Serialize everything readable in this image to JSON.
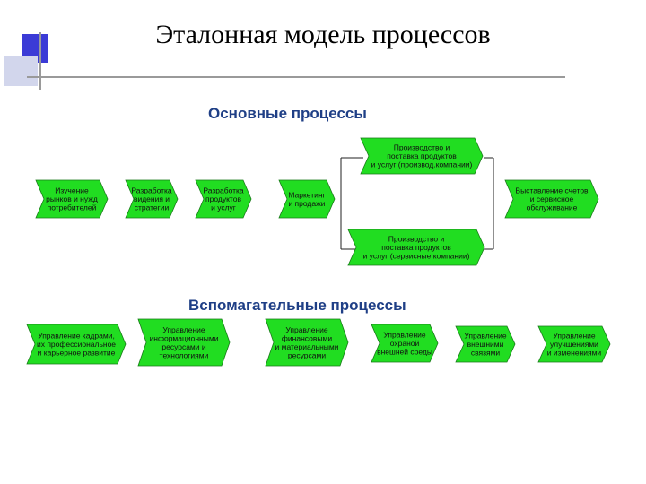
{
  "title": "Эталонная модель процессов",
  "main_section": {
    "title": "Основные процессы",
    "steps": [
      [
        "Изучение",
        "рынков и нужд",
        "потребителей"
      ],
      [
        "Разработка",
        "видения и",
        "стратегии"
      ],
      [
        "Разработка",
        "продуктов",
        "и услуг"
      ],
      [
        "Маркетинг",
        "и продажи"
      ],
      [
        "Выставление счетов",
        "и сервисное",
        "обслуживание"
      ]
    ],
    "branches": [
      [
        "Производство и",
        "поставка продуктов",
        "и услуг (производ.компании)"
      ],
      [
        "Производство и",
        "поставка продуктов",
        "и услуг (сервисные компании)"
      ]
    ]
  },
  "support_section": {
    "title": "Вспомагательные процессы",
    "items": [
      [
        "Управление кадрами,",
        "их профессиональное",
        "и карьерное развитие"
      ],
      [
        "Управление",
        "информационными",
        "ресурсами и",
        "технологиями"
      ],
      [
        "Управление",
        "финансовыми",
        "и материальными",
        "ресурсами"
      ],
      [
        "Управление",
        "охраной",
        "внешней среды"
      ],
      [
        "Управление",
        "внешними",
        "связями"
      ],
      [
        "Управление",
        "улучшениями",
        "и изменениями"
      ]
    ]
  },
  "colors": {
    "arrow_fill": "#21dd21",
    "arrow_stroke": "#1a7a1a",
    "heading": "#1f3f86",
    "deco_square": "#3b3bd6"
  }
}
